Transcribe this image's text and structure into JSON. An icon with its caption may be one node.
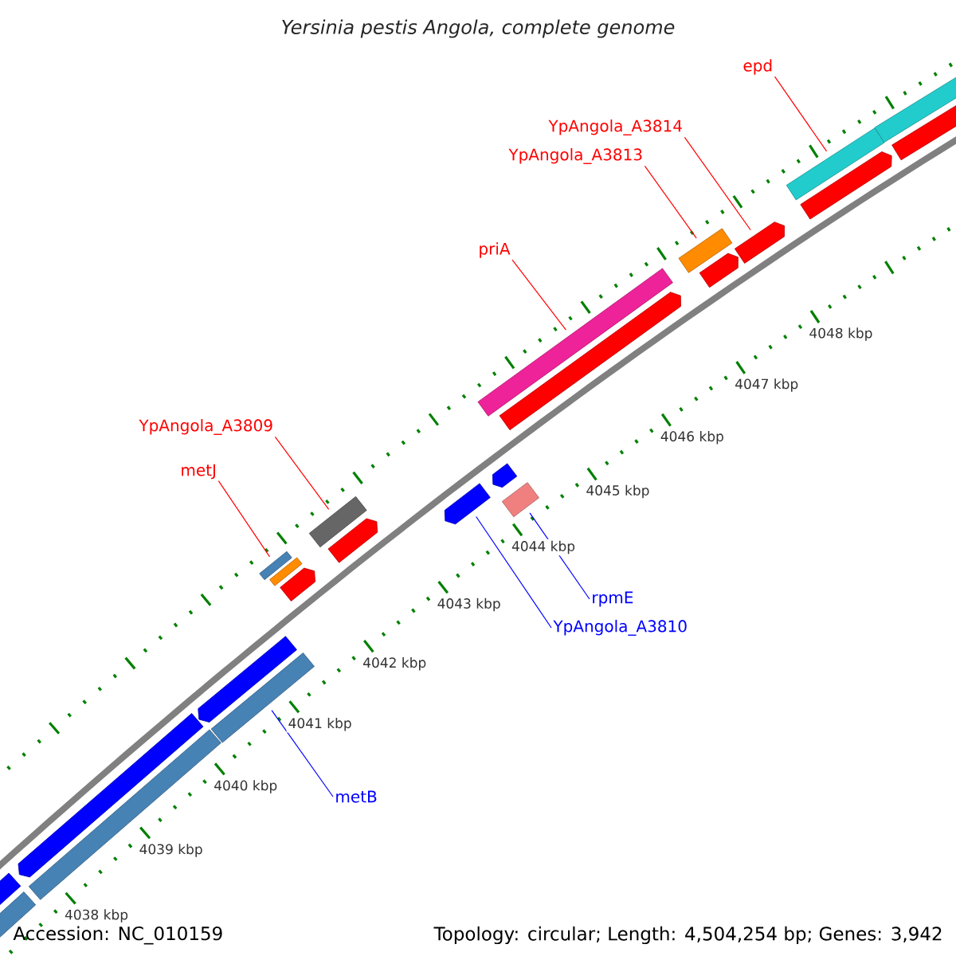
{
  "diagram": {
    "title": "Yersinia pestis Angola, complete genome",
    "nodes": [
      {
        "text": [
          "epd"
        ]
      },
      {
        "text": [
          "YpAngola_A3814"
        ]
      },
      {
        "text": [
          "YpAngola_A3813"
        ]
      },
      {
        "text": [
          "priA"
        ]
      },
      {
        "text": [
          "YpAngola_A3809"
        ]
      },
      {
        "text": [
          "metJ"
        ]
      },
      {
        "text": [
          "rpmE"
        ]
      },
      {
        "text": [
          "YpAngola_A3810"
        ]
      },
      {
        "text": [
          "metB"
        ]
      },
      {
        "text": [],
        "shape": "bar"
      },
      {
        "text": [],
        "shape": "bar"
      },
      {
        "text": [],
        "shape": "bar"
      },
      {
        "text": [],
        "shape": "bar"
      },
      {
        "text": [],
        "shape": "bar"
      },
      {
        "text": [],
        "shape": "bar"
      },
      {
        "text": [],
        "shape": "bar"
      },
      {
        "text": [],
        "shape": "bar"
      },
      {
        "text": [],
        "shape": "bar"
      },
      {
        "text": [],
        "shape": "bar"
      },
      {
        "text": [],
        "shape": "bar"
      },
      {
        "text": [],
        "shape": "bar"
      },
      {
        "text": [],
        "shape": "bar"
      },
      {
        "text": [],
        "shape": "bar"
      },
      {
        "text": [],
        "shape": "bar"
      },
      {
        "text": [],
        "shape": "bar"
      },
      {
        "text": [],
        "shape": "bar"
      },
      {
        "text": [],
        "shape": "bar"
      },
      {
        "text": [],
        "shape": "bar"
      },
      {
        "text": [],
        "shape": "bar"
      },
      {
        "text": [],
        "shape": "bar"
      },
      {
        "text": [],
        "shape": "bar"
      },
      {
        "text": [],
        "shape": "bar"
      }
    ],
    "edges": [
      {
        "from": 0,
        "to": 29,
        "arrow": "none"
      },
      {
        "from": 1,
        "to": 27,
        "arrow": "none"
      },
      {
        "from": 2,
        "to": 25,
        "arrow": "none"
      },
      {
        "from": 3,
        "to": 23,
        "arrow": "none"
      },
      {
        "from": 4,
        "to": 18,
        "arrow": "none"
      },
      {
        "from": 5,
        "to": 15,
        "arrow": "none"
      },
      {
        "from": 6,
        "to": 21,
        "arrow": "none",
        "color": "#0000ff"
      },
      {
        "from": 7,
        "to": 20,
        "arrow": "none",
        "color": "#0000ff"
      },
      {
        "from": 8,
        "to": 13,
        "arrow": "none",
        "color": "#0000ff"
      }
    ],
    "labels": [
      "4048 kbp",
      "4047 kbp",
      "4046 kbp",
      "4045 kbp",
      "4044 kbp",
      "4043 kbp",
      "4042 kbp",
      "4041 kbp",
      "4040 kbp",
      "4039 kbp",
      "4038 kbp",
      "Accession: NC_010159",
      "Topology: circular; Length: 4,504,254 bp; Genes: 3,942"
    ]
  }
}
